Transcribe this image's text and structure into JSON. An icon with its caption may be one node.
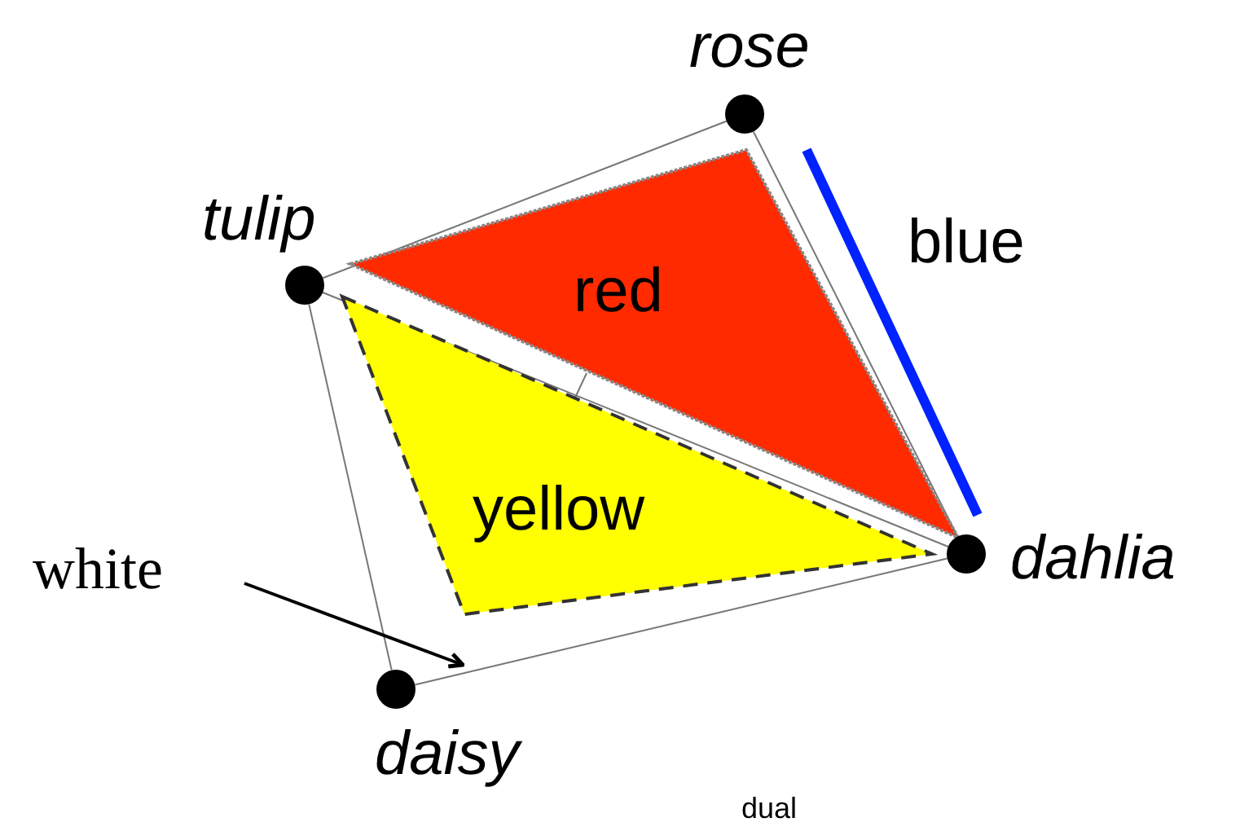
{
  "diagram": {
    "nodes": [
      {
        "text": [],
        "shape": "circle",
        "beside": [
          "rose"
        ]
      },
      {
        "text": [],
        "shape": "circle",
        "beside": [
          "tulip"
        ]
      },
      {
        "text": [],
        "shape": "circle",
        "beside": [
          "dahlia"
        ]
      },
      {
        "text": [],
        "shape": "circle",
        "beside": [
          "daisy"
        ]
      },
      {
        "text": [
          "red"
        ]
      },
      {
        "text": [
          "yellow"
        ]
      },
      {
        "text": [
          "white"
        ]
      }
    ],
    "edges": [
      {
        "from": 0,
        "to": 1,
        "arrow": "none"
      },
      {
        "from": 0,
        "to": 2,
        "arrow": "none"
      },
      {
        "from": 1,
        "to": 2,
        "arrow": "none"
      },
      {
        "from": 1,
        "to": 3,
        "arrow": "none"
      },
      {
        "from": 3,
        "to": 2,
        "arrow": "none"
      },
      {
        "from": 4,
        "to": 5,
        "arrow": "none"
      },
      {
        "from": 6,
        "to": null,
        "arrow": "to",
        "color": "#000000"
      }
    ],
    "labels": [
      "blue",
      "dual"
    ]
  }
}
